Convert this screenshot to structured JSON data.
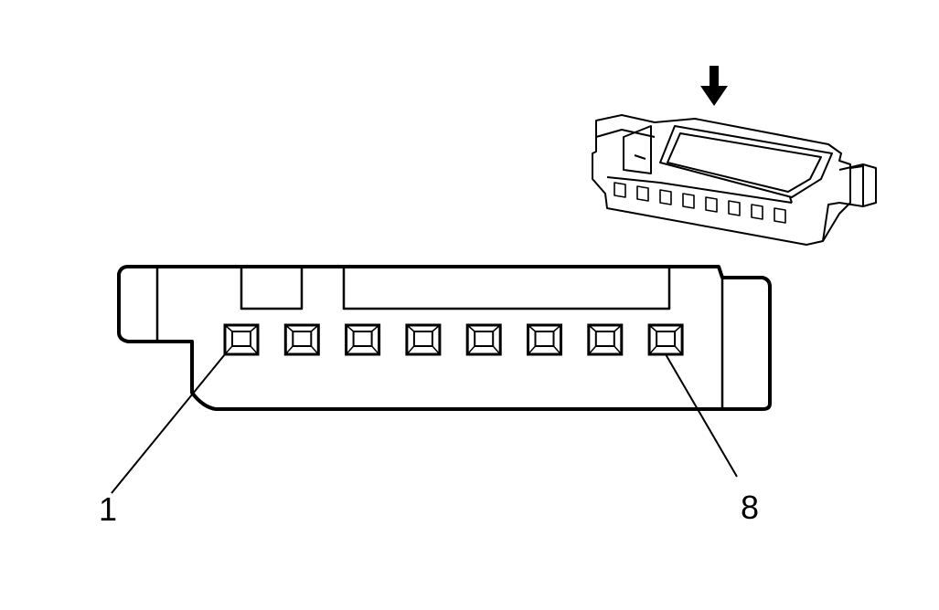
{
  "diagram": {
    "pin_labels": {
      "first": "1",
      "last": "8"
    },
    "pin_count": 8,
    "colors": {
      "stroke": "#000000",
      "background": "#ffffff"
    }
  }
}
